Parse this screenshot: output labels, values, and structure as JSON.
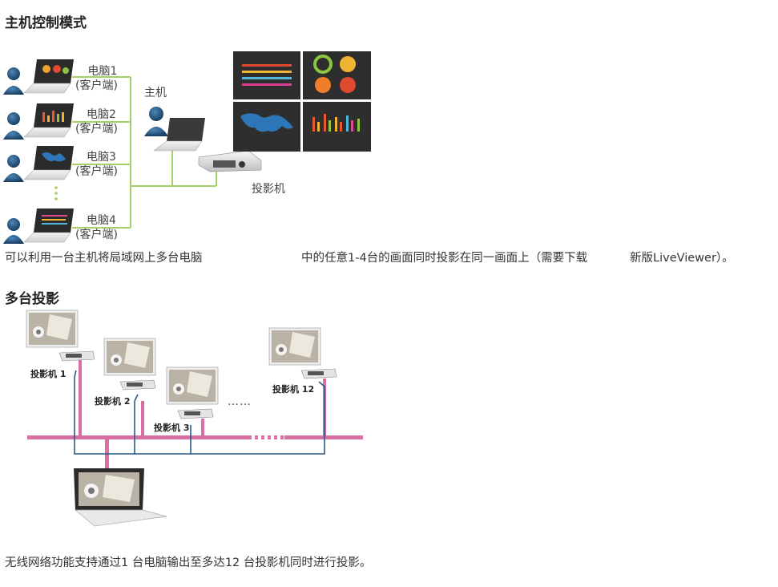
{
  "section1": {
    "title": "主机控制模式",
    "computers": [
      {
        "name": "电脑1",
        "role": "(客户端)"
      },
      {
        "name": "电脑2",
        "role": "(客户端)"
      },
      {
        "name": "电脑3",
        "role": "(客户端)"
      },
      {
        "name": "电脑4",
        "role": "(客户端)"
      }
    ],
    "host_label": "主机",
    "projector_label": "投影机",
    "description_a": "可以利用一台主机将局域网上多台电脑",
    "description_b": "中的任意1-4台的画面同时投影在同一画面上（需要下载",
    "description_c": "新版LiveViewer）。"
  },
  "section2": {
    "title": "多台投影",
    "projectors": [
      {
        "label": "投影机 1"
      },
      {
        "label": "投影机 2"
      },
      {
        "label": "投影机 3"
      },
      {
        "label": "投影机 12"
      }
    ],
    "ellipsis": "……",
    "description": "无线网络功能支持通过1 台电脑输出至多达12 台投影机同时进行投影。"
  },
  "colors": {
    "green_line": "#a6cf6a",
    "pink_bus": "#d96fa2",
    "blue_link": "#2a5b88",
    "screen_dark": "#2b2b2b",
    "avatar_blue": "#1f4f78"
  }
}
